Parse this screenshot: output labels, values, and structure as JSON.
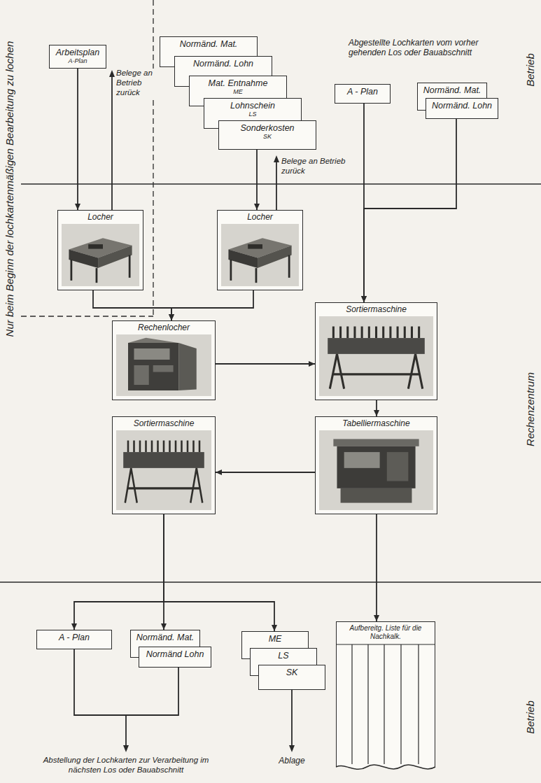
{
  "diagram": {
    "nodes": [
      {
        "text": [
          "Arbeitsplan",
          "A-Plan"
        ]
      },
      {
        "text": [
          "Normänd. Mat."
        ]
      },
      {
        "text": [
          "Normänd. Lohn"
        ]
      },
      {
        "text": [
          "Mat. Entnahme",
          "ME"
        ]
      },
      {
        "text": [
          "Lohnschein",
          "LS"
        ]
      },
      {
        "text": [
          "Sonderkosten",
          "SK"
        ]
      },
      {
        "text": [
          "A - Plan"
        ]
      },
      {
        "text": [
          "Normänd. Mat."
        ]
      },
      {
        "text": [
          "Normänd. Lohn"
        ]
      },
      {
        "text": [
          "Locher"
        ]
      },
      {
        "text": [
          "Locher"
        ]
      },
      {
        "text": [
          "Rechenlocher"
        ]
      },
      {
        "text": [
          "Sortiermaschine"
        ]
      },
      {
        "text": [
          "Sortiermaschine"
        ]
      },
      {
        "text": [
          "Tabelliermaschine"
        ]
      },
      {
        "text": [
          "A - Plan"
        ]
      },
      {
        "text": [
          "Normänd. Mat."
        ]
      },
      {
        "text": [
          "Normänd Lohn"
        ]
      },
      {
        "text": [
          "ME"
        ]
      },
      {
        "text": [
          "LS"
        ]
      },
      {
        "text": [
          "SK"
        ]
      },
      {
        "text": [
          "Aufbereitg. Liste für die Nachkalk."
        ]
      }
    ],
    "edges": [
      {
        "from": 0,
        "to": 9,
        "arrow": "to"
      },
      {
        "from": 5,
        "to": 10,
        "arrow": "to"
      },
      {
        "from": 9,
        "to": 11,
        "arrow": "to"
      },
      {
        "from": 10,
        "to": 11,
        "arrow": "to"
      },
      {
        "from": 6,
        "to": 12,
        "arrow": "to"
      },
      {
        "from": 8,
        "to": 12,
        "arrow": "to"
      },
      {
        "from": 11,
        "to": 12,
        "arrow": "to"
      },
      {
        "from": 12,
        "to": 14,
        "arrow": "to"
      },
      {
        "from": 14,
        "to": 13,
        "arrow": "to"
      },
      {
        "from": 14,
        "to": 21,
        "arrow": "to"
      },
      {
        "from": 13,
        "to": 15,
        "arrow": "to"
      },
      {
        "from": 13,
        "to": 16,
        "arrow": "to"
      },
      {
        "from": 13,
        "to": 18,
        "arrow": "to"
      }
    ],
    "labels": [
      "Nur beim Beginn der lochkartenmäßigen Bearbeitung zu lochen",
      "Belege an Betrieb zurück",
      "Belege an Betrieb zurück",
      "Abgestellte Lochkarten vom vorher gehenden Los oder Bauabschnitt",
      "Betrieb",
      "Rechenzentrum",
      "Betrieb",
      "Abstellung der Lochkarten zur Verarbeitung im nächsten Los oder Bauabschnitt",
      "Ablage"
    ]
  }
}
